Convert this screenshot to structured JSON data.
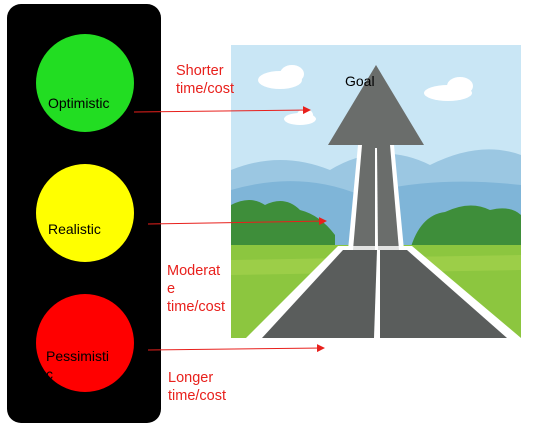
{
  "goal_label": "Goal",
  "lights": [
    {
      "label": "Optimistic",
      "color": "#22dd22"
    },
    {
      "label": "Realistic",
      "color": "#ffff00"
    },
    {
      "label": "Pessimistic",
      "color": "#ff0000"
    }
  ],
  "outcomes": {
    "shorter": [
      "Shorter",
      "time/cost"
    ],
    "moderate": [
      "Moderat",
      "e",
      "time/cost"
    ],
    "longer": [
      "Longer",
      "time/cost"
    ]
  },
  "colors": {
    "arrow": "#e8201c",
    "sky": "#c9e6f5",
    "road": "#5a5d5c",
    "grass": "#8cc63f"
  }
}
